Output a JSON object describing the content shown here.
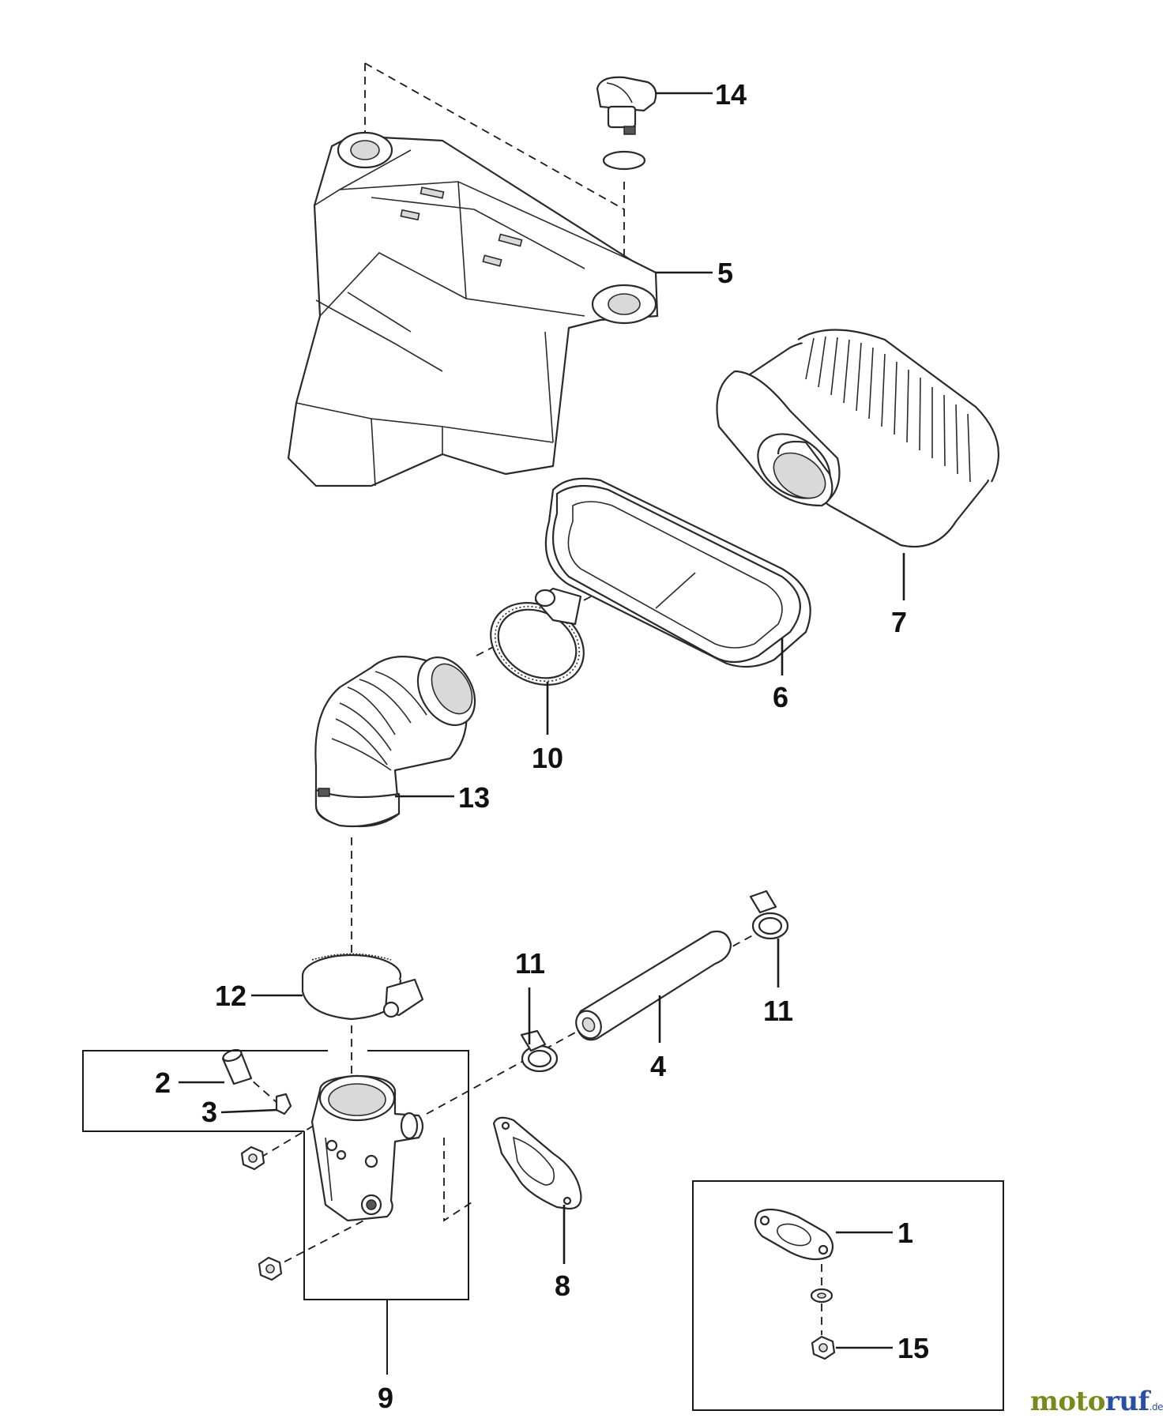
{
  "callouts": {
    "c1": "1",
    "c2": "2",
    "c3": "3",
    "c4": "4",
    "c5": "5",
    "c6": "6",
    "c7": "7",
    "c8": "8",
    "c9": "9",
    "c10": "10",
    "c11a": "11",
    "c11b": "11",
    "c12": "12",
    "c13": "13",
    "c14": "14",
    "c15": "15"
  },
  "watermark": {
    "part1": "moto",
    "part2": "ruf",
    "suffix": ".de"
  },
  "colors": {
    "line": "#2a2a2a",
    "watermark_green": "#7a8a1a",
    "watermark_blue": "#2b4fa0"
  }
}
